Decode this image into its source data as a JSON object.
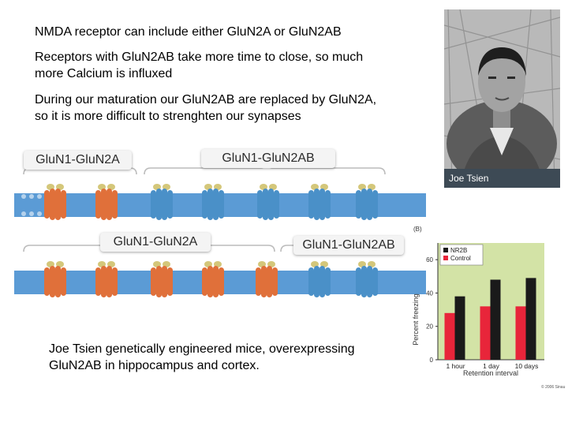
{
  "slide": {
    "bullet_1": "NMDA receptor can include either GluN2A or GluN2AB",
    "bullet_2_line1": "Receptors with GluN2AB take more time to close, so much",
    "bullet_2_line2": "more Calcium is influxed",
    "bullet_3_line1": "During our maturation our GluN2AB are replaced by GluN2A,",
    "bullet_3_line2": "so it is more difficult to strenghten our synapses",
    "note_line1": "Joe Tsien genetically engineered mice, overexpressing",
    "note_line2": "GluN2AB in hippocampus and cortex."
  },
  "photo": {
    "caption": "Joe Tsien"
  },
  "membrane": {
    "top_labels": [
      "GluN1-GluN2A",
      "GluN1-GluN2AB"
    ],
    "bottom_labels": [
      "GluN1-GluN2A",
      "GluN1-GluN2AB"
    ],
    "colors": {
      "membrane": "#5b9bd5",
      "glun2a": "#e0703a",
      "glun2ab": "#4a90c8",
      "glun1": "#d4c77a"
    }
  },
  "chart_data": {
    "type": "bar",
    "panel_label": "(B)",
    "categories": [
      "1 hour",
      "1 day",
      "10 days"
    ],
    "series": [
      {
        "name": "NR2B",
        "values": [
          38,
          48,
          49
        ],
        "color": "#1a1a1a"
      },
      {
        "name": "Control",
        "values": [
          28,
          32,
          32
        ],
        "color": "#e8253a"
      }
    ],
    "ylabel": "Percent freezing",
    "xlabel": "Retention interval",
    "yticks": [
      "0",
      "20",
      "40",
      "60"
    ],
    "ylim": [
      0,
      70
    ],
    "legend": "top-left",
    "background": "#d3e3a6",
    "footnote": "© 2006 Sinau"
  }
}
